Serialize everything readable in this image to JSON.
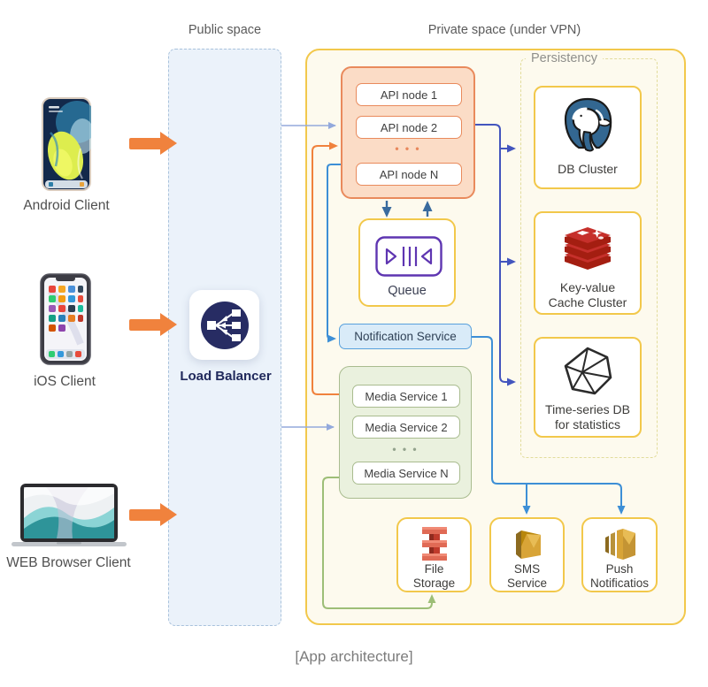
{
  "labels": {
    "public_space": "Public space",
    "private_space": "Private space (under VPN)",
    "persistency": "Persistency",
    "caption": "[App architecture]"
  },
  "clients": [
    {
      "id": "android",
      "label": "Android Client"
    },
    {
      "id": "ios",
      "label": "iOS Client"
    },
    {
      "id": "web",
      "label": "WEB Browser Client"
    }
  ],
  "load_balancer": {
    "label": "Load Balancer",
    "icon": "load-balancer-icon"
  },
  "api_group": {
    "node1": "API node 1",
    "node2": "API node 2",
    "nodeN": "API node N",
    "ellipsis": "• • •"
  },
  "queue": {
    "label": "Queue",
    "icon": "queue-icon"
  },
  "notification_service": {
    "label": "Notification Service"
  },
  "media_group": {
    "node1": "Media Service 1",
    "node2": "Media Service 2",
    "nodeN": "Media Service N",
    "ellipsis": "• • •"
  },
  "persistency_items": [
    {
      "line1": "DB Cluster",
      "line2": "",
      "icon": "postgresql-elephant-icon"
    },
    {
      "line1": "Key-value",
      "line2": "Cache Cluster",
      "icon": "redis-stack-icon"
    },
    {
      "line1": "Time-series DB",
      "line2": "for statistics",
      "icon": "polyhedron-icon"
    }
  ],
  "bottom_services": [
    {
      "line1": "File",
      "line2": "Storage",
      "icon": "file-storage-icon"
    },
    {
      "line1": "SMS",
      "line2": "Service",
      "icon": "sms-service-icon"
    },
    {
      "line1": "Push",
      "line2": "Notificatios",
      "icon": "push-notifications-icon"
    }
  ],
  "colors": {
    "gold_border": "#F2C84B",
    "private_bg": "#FDFAEE",
    "public_bg": "#EBF2FA",
    "api_bg": "#FBDCC6",
    "api_border": "#E98A5C",
    "media_bg": "#EAF1DE",
    "media_border": "#A9BC8F",
    "notification_bg": "#D9EBF8",
    "notification_border": "#57A0DC",
    "arrow_orange": "#F0823D",
    "line_indigo": "#4355BE",
    "line_blue": "#3D8FD6",
    "line_periwinkle": "#93A9DC",
    "line_green": "#9DBE77",
    "line_steel": "#3A6B9E",
    "lb_navy": "#272C63",
    "queue_purple": "#5E35B1"
  }
}
